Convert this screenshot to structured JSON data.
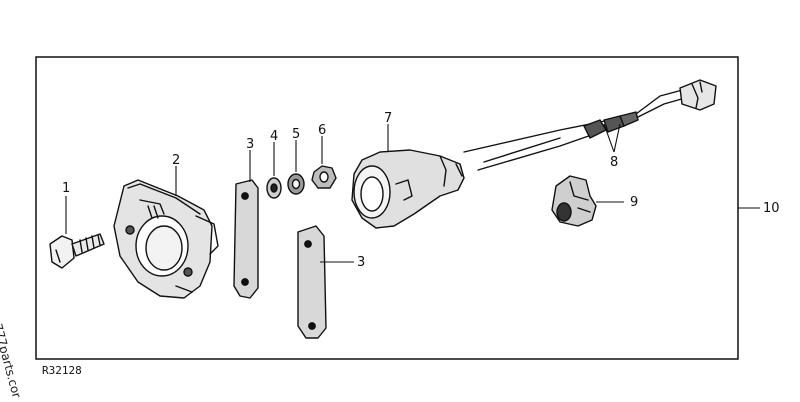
{
  "figure": {
    "code": "R32128",
    "watermark": "777parts.cor"
  },
  "callouts": {
    "c1": "1",
    "c2": "2",
    "c3a": "3",
    "c3b": "3",
    "c4": "4",
    "c5": "5",
    "c6": "6",
    "c7": "7",
    "c8": "8",
    "c9": "9",
    "c10": "10"
  },
  "parts": [
    {
      "number": "1",
      "icon": "cap-screw-icon"
    },
    {
      "number": "2",
      "icon": "socket-icon"
    },
    {
      "number": "3",
      "icon": "strap-icon"
    },
    {
      "number": "4",
      "icon": "washer-icon"
    },
    {
      "number": "5",
      "icon": "lock-washer-icon"
    },
    {
      "number": "6",
      "icon": "nut-icon"
    },
    {
      "number": "7",
      "icon": "boot-icon"
    },
    {
      "number": "8",
      "icon": "wire-lead-icon"
    },
    {
      "number": "9",
      "icon": "clip-icon"
    },
    {
      "number": "10",
      "icon": "harness-assembly-icon"
    }
  ],
  "colors": {
    "ink": "#111111",
    "paper": "#ffffff"
  }
}
